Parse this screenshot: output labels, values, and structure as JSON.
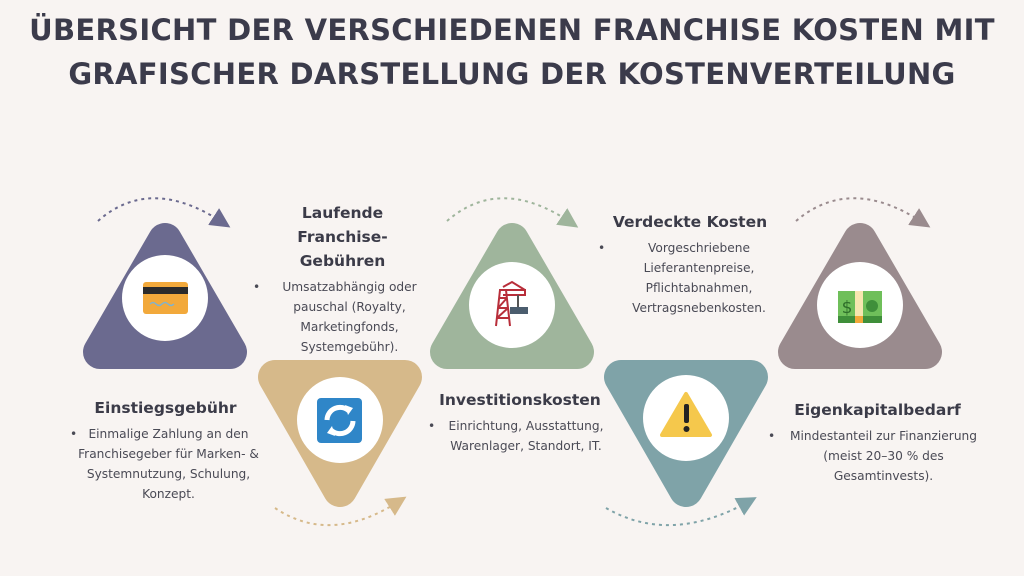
{
  "title": {
    "line1": "ÜBERSICHT DER VERSCHIEDENEN FRANCHISE KOSTEN MIT",
    "line2": "GRAFISCHER DARSTELLUNG DER KOSTENVERTEILUNG"
  },
  "colors": {
    "background": "#f8f4f2",
    "step1": "#6b6a8f",
    "step2": "#d6b98a",
    "step3": "#9fb59c",
    "step4": "#7fa3a8",
    "step5": "#9a8b8e"
  },
  "steps": [
    {
      "title": "Einstiegsgebühr",
      "icon": "credit-card-icon",
      "text": "Einmalige Zahlung an den Franchisegeber für Marken- & Systemnutzung, Schulung, Konzept."
    },
    {
      "title": "Laufende Franchise-Gebühren",
      "icon": "refresh-icon",
      "text": "Umsatzabhängig oder pauschal (Royalty, Marketingfonds, Systemgebühr)."
    },
    {
      "title": "Investitionskosten",
      "icon": "crane-icon",
      "text": "Einrichtung, Ausstattung, Warenlager, Standort, IT."
    },
    {
      "title": "Verdeckte Kosten",
      "icon": "warning-icon",
      "text": "Vorgeschriebene Lieferantenpreise, Pflichtabnahmen, Vertragsnebenkosten."
    },
    {
      "title": "Eigenkapitalbedarf",
      "icon": "money-icon",
      "text": "Mindestanteil zur Finanzierung (meist 20–30 % des Gesamtinvests)."
    }
  ]
}
